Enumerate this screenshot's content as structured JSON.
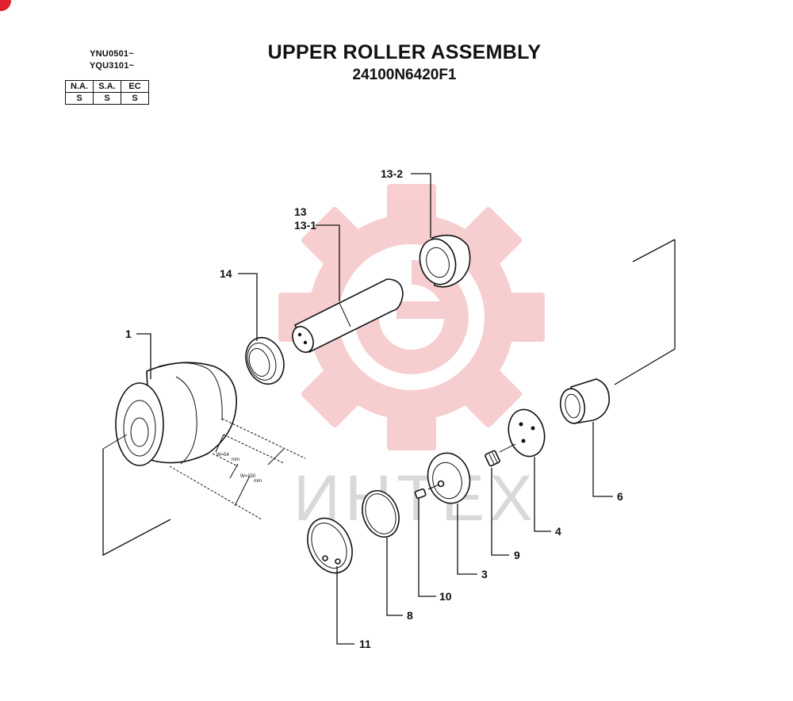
{
  "header": {
    "serial_line_1": "YNU0501~",
    "serial_line_2": "YQU3101~",
    "spec_table": {
      "headers": [
        "N.A.",
        "S.A.",
        "EC"
      ],
      "values": [
        "S",
        "S",
        "S"
      ]
    },
    "title": "UPPER ROLLER ASSEMBLY",
    "part_number": "24100N6420F1"
  },
  "callouts": {
    "c1": "1",
    "c3": "3",
    "c4": "4",
    "c6": "6",
    "c8": "8",
    "c9": "9",
    "c10": "10",
    "c11": "11",
    "c13": "13",
    "c13_1": "13-1",
    "c13_2": "13-2",
    "c14": "14"
  },
  "dimensions": {
    "w1": "W=54",
    "w1_unit": "mm",
    "w2": "W=150",
    "w2_unit": "mm"
  },
  "watermark": {
    "text": "ИНТЕХ",
    "gear_color": "#f7c9cb",
    "text_color": "#d9d9d9"
  },
  "colors": {
    "line": "#111111",
    "corner_mark": "#e0222e"
  }
}
